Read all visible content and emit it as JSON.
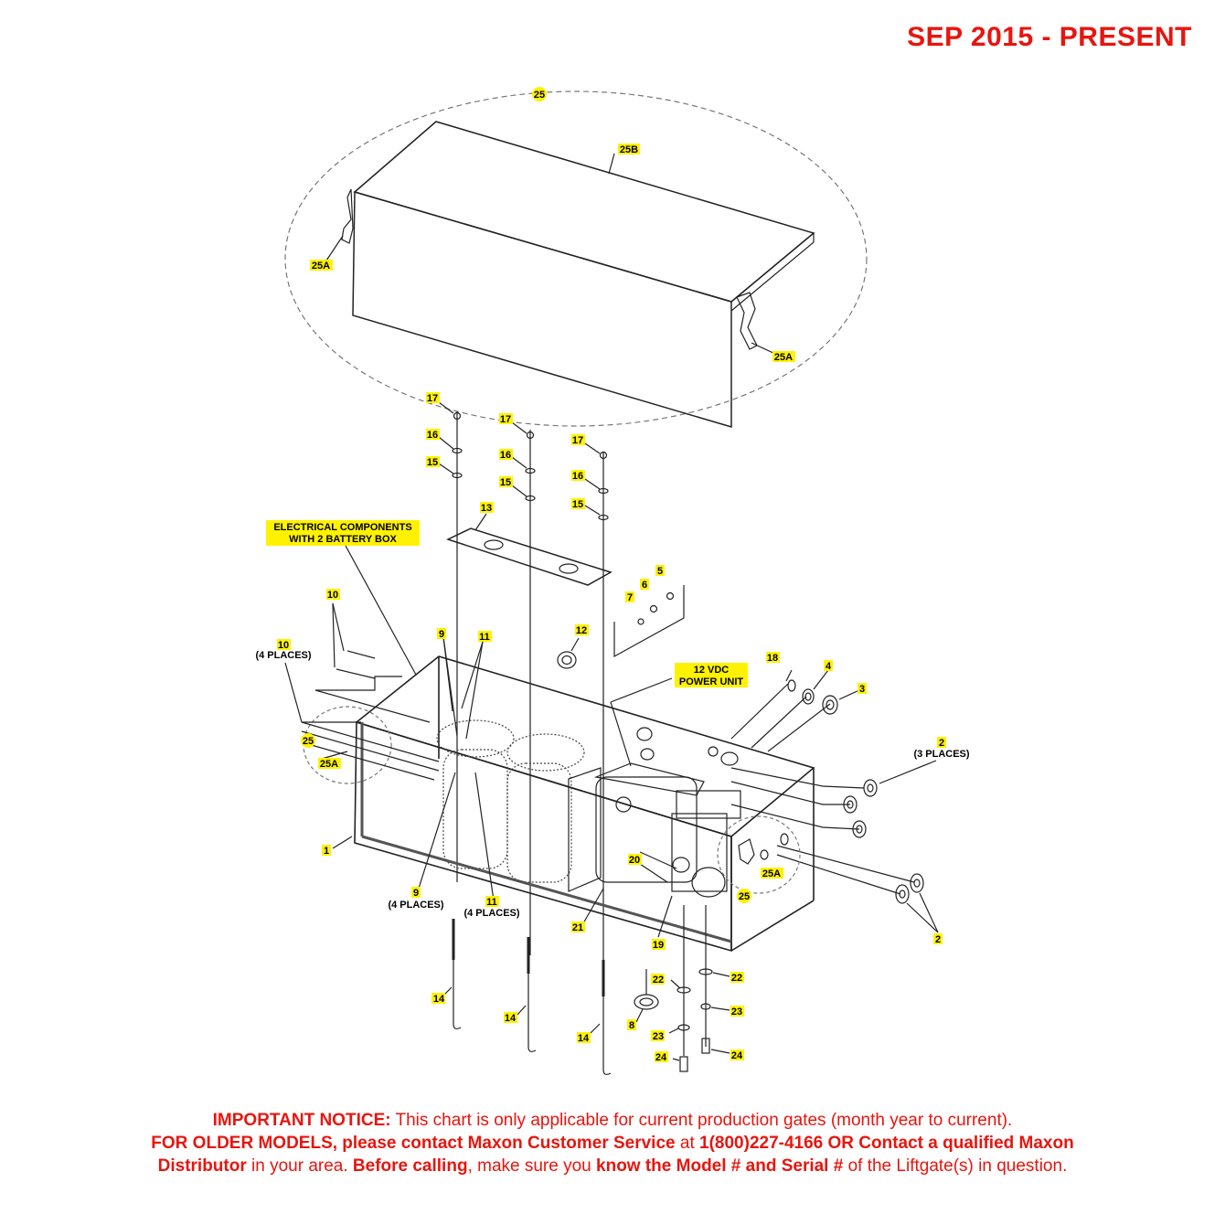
{
  "header": {
    "date_range": "SEP 2015 - PRESENT"
  },
  "colors": {
    "notice_red": "#e8150e",
    "label_highlight": "#fff200",
    "line": "#222222"
  },
  "callouts": {
    "c25_top": "25",
    "c25b": "25B",
    "c25a_left": "25A",
    "c25a_right": "25A",
    "c17a": "17",
    "c16a": "16",
    "c15a": "15",
    "c17b": "17",
    "c16b": "16",
    "c15b": "15",
    "c17c": "17",
    "c16c": "16",
    "c15c": "15",
    "c13": "13",
    "c5": "5",
    "c6": "6",
    "c7": "7",
    "c12": "12",
    "c10a": "10",
    "c10b": "10",
    "c9a": "9",
    "c11a": "11",
    "c25_left": "25",
    "c25a_mid_left": "25A",
    "c18": "18",
    "c4": "4",
    "c3": "3",
    "c2a": "2",
    "c2b": "2",
    "c1": "1",
    "c20": "20",
    "c25a_mid_right": "25A",
    "c25_right": "25",
    "c9b": "9",
    "c11b": "11",
    "c21": "21",
    "c19": "19",
    "c22a": "22",
    "c22b": "22",
    "c23a": "23",
    "c23b": "23",
    "c24a": "24",
    "c24b": "24",
    "c8": "8",
    "c14a": "14",
    "c14b": "14",
    "c14c": "14"
  },
  "notes": {
    "electrical_line1": "ELECTRICAL COMPONENTS",
    "electrical_line2": "WITH 2 BATTERY BOX",
    "power_line1": "12 VDC",
    "power_line2": "POWER UNIT",
    "places4_10": "(4 PLACES)",
    "places3_2": "(3 PLACES)",
    "places4_9": "(4 PLACES)",
    "places4_11": "(4 PLACES)"
  },
  "notice": {
    "l1_bold": "IMPORTANT NOTICE:",
    "l1_text": " This chart is only applicable for current production gates (month year to current).",
    "l2_bold": "FOR OLDER MODELS, please contact Maxon Customer Service",
    "l2_text": " at ",
    "l2_bold2": "1(800)227-4166 OR Contact a qualified Maxon",
    "l3_bold": "Distributor",
    "l3_text": " in your area. ",
    "l3_bold2": "Before calling",
    "l3_text2": ", make sure you ",
    "l3_bold3": "know the Model # and Serial #",
    "l3_text3": " of the Liftgate(s) in question."
  }
}
